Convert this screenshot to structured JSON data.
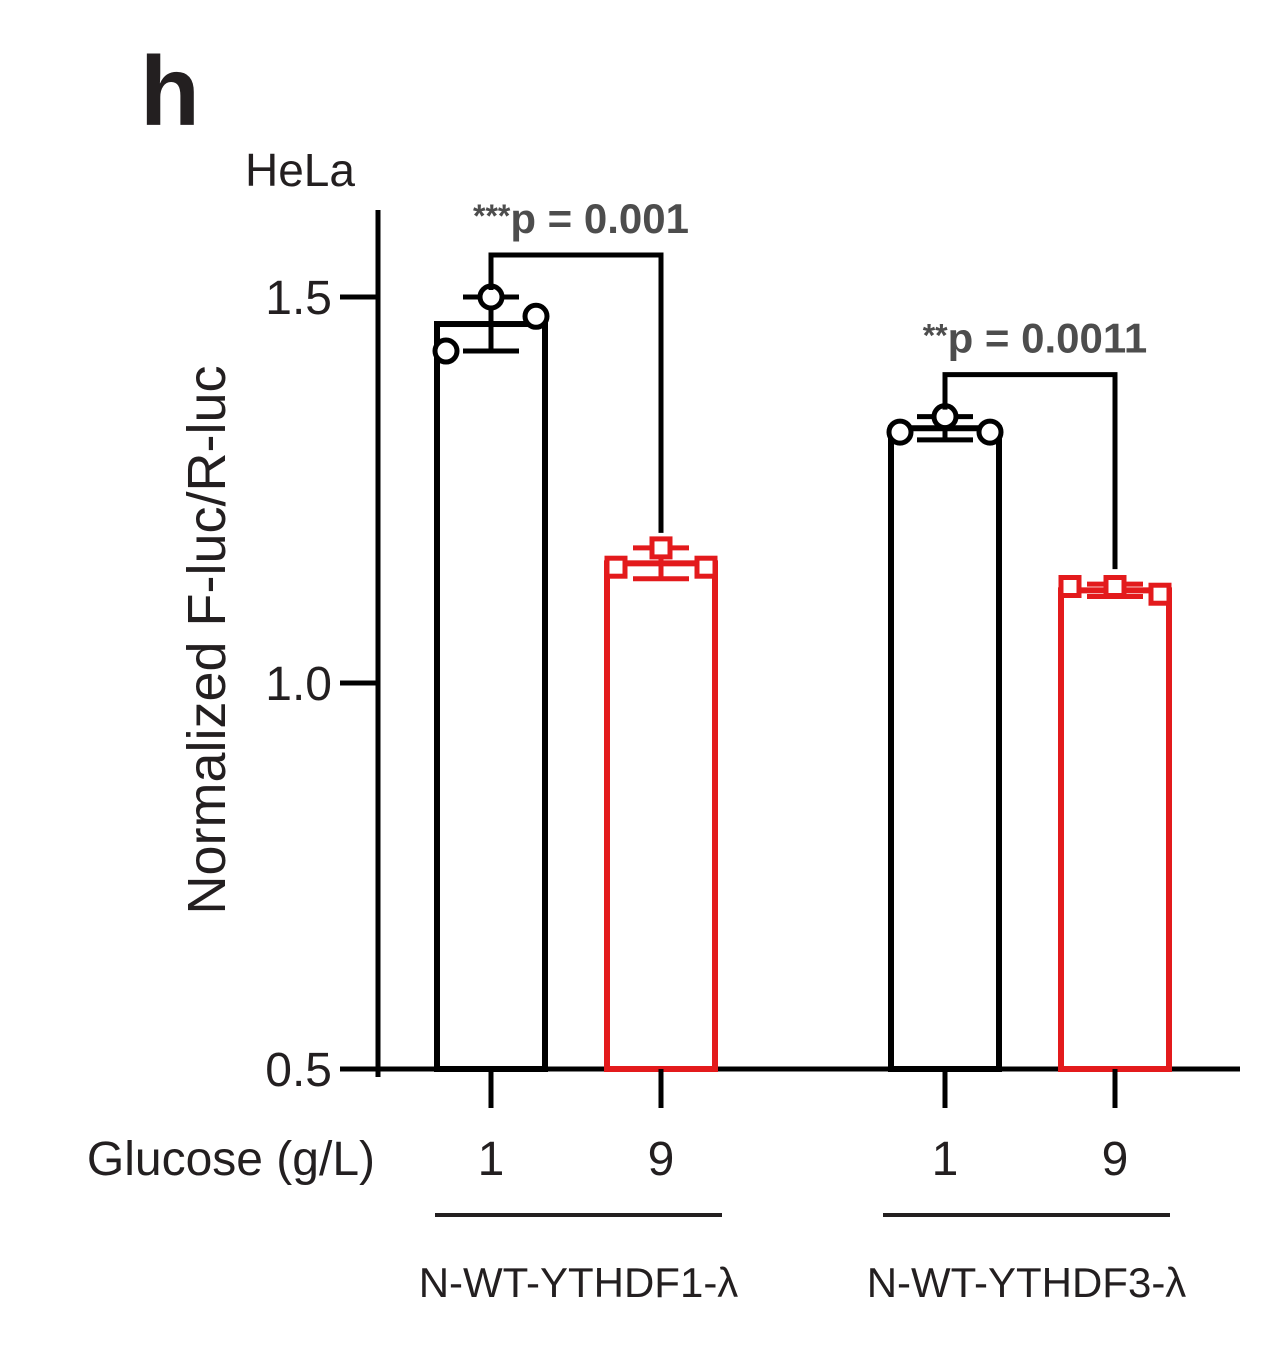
{
  "panel_letter": "h",
  "cell_line": "HeLa",
  "chart_data": {
    "type": "bar",
    "ylabel": "Normalized F-luc/R-luc",
    "xlabel": "Glucose (g/L)",
    "ylim": [
      0.5,
      1.6
    ],
    "yticks": [
      {
        "value": 0.5,
        "label": "0.5"
      },
      {
        "value": 1.0,
        "label": "1.0"
      },
      {
        "value": 1.5,
        "label": "1.5"
      }
    ],
    "groups": [
      {
        "name": "N-WT-YTHDF1-λ",
        "bars": [
          {
            "category": "1",
            "value": 1.465,
            "sd": 0.035,
            "color": "#000000",
            "points": [
              1.5,
              1.475,
              1.43
            ],
            "marker": "circle"
          },
          {
            "category": "9",
            "value": 1.155,
            "sd": 0.02,
            "color": "#e31a1c",
            "points": [
              1.175,
              1.15,
              1.15
            ],
            "marker": "square"
          }
        ],
        "significance": {
          "stars": "***",
          "text": "p = 0.001"
        }
      },
      {
        "name": "N-WT-YTHDF3-λ",
        "bars": [
          {
            "category": "1",
            "value": 1.33,
            "sd": 0.015,
            "color": "#000000",
            "points": [
              1.345,
              1.325,
              1.325
            ],
            "marker": "circle"
          },
          {
            "category": "9",
            "value": 1.12,
            "sd": 0.008,
            "color": "#e31a1c",
            "points": [
              1.125,
              1.115,
              1.125
            ],
            "marker": "square"
          }
        ],
        "significance": {
          "stars": "**",
          "text": "p = 0.0011"
        }
      }
    ]
  }
}
